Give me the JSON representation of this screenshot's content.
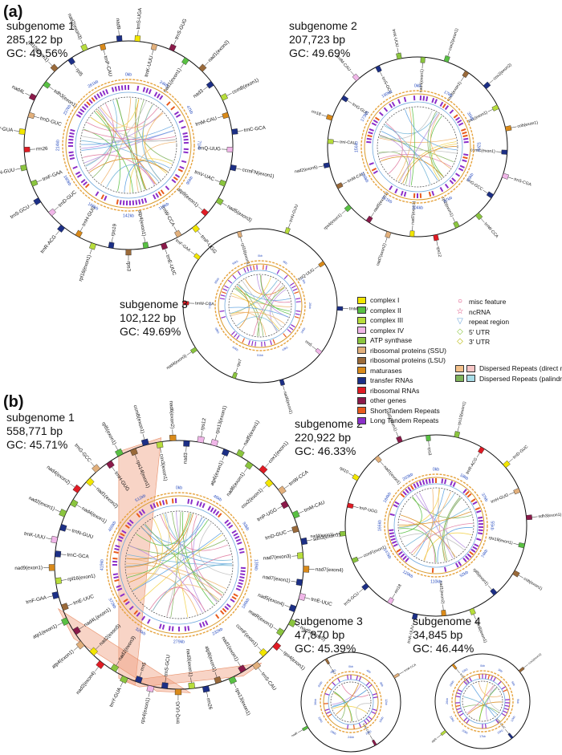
{
  "panels": {
    "a": {
      "label": "(a)"
    },
    "b": {
      "label": "(b)"
    }
  },
  "subgenomes": [
    {
      "id": "a1",
      "name": "subgenome 1",
      "size": "285,122 bp",
      "gc": "GC: 49.56%"
    },
    {
      "id": "a2",
      "name": "subgenome 2",
      "size": "207,723 bp",
      "gc": "GC: 49.69%"
    },
    {
      "id": "a3",
      "name": "subgenome 3",
      "size": "102,122 bp",
      "gc": "GC: 49.69%"
    },
    {
      "id": "b1",
      "name": "subgenome 1",
      "size": "558,771 bp",
      "gc": "GC: 45.71%"
    },
    {
      "id": "b2",
      "name": "subgenome 2",
      "size": "220,922 bp",
      "gc": "GC: 46.33%"
    },
    {
      "id": "b3",
      "name": "subgenome 3",
      "size": "47,870 bp",
      "gc": "GC: 45.39%"
    },
    {
      "id": "b4",
      "name": "subgenome 4",
      "size": "34,845 bp",
      "gc": "GC: 46.44%"
    }
  ],
  "legend": {
    "categories": [
      {
        "label": "complex I",
        "color": "#f2e600"
      },
      {
        "label": "complex II",
        "color": "#59c043"
      },
      {
        "label": "complex III",
        "color": "#b7dd3c"
      },
      {
        "label": "complex IV",
        "color": "#f0b6e8"
      },
      {
        "label": "ATP synthase",
        "color": "#8bc53f"
      },
      {
        "label": "ribosomal proteins (SSU)",
        "color": "#e2b07c"
      },
      {
        "label": "ribosomal proteins (LSU)",
        "color": "#9a6a3a"
      },
      {
        "label": "maturases",
        "color": "#d98a1a"
      },
      {
        "label": "transfer RNAs",
        "color": "#1c2f86"
      },
      {
        "label": "ribosomal RNAs",
        "color": "#e01b24"
      },
      {
        "label": "other genes",
        "color": "#8b1a4a"
      },
      {
        "label": "Short Tandem Repeats",
        "color": "#e85a1c"
      },
      {
        "label": "Long Tandem Repeats",
        "color": "#8b2fc9"
      }
    ],
    "features": [
      {
        "label": "misc feature",
        "symbol": "○",
        "color": "#d6336c"
      },
      {
        "label": "ncRNA",
        "symbol": "☆",
        "color": "#d6336c"
      },
      {
        "label": "repeat region",
        "symbol": "▽",
        "color": "#6fa8dc"
      },
      {
        "label": "5' UTR",
        "symbol": "◇",
        "color": "#8bc53f"
      },
      {
        "label": "3' UTR",
        "symbol": "◇",
        "color": "#b7b700"
      }
    ],
    "repeats": [
      {
        "label": "Dispersed Repeats (direct matches)",
        "colors": [
          "#f3c08a",
          "#f8c6c6"
        ]
      },
      {
        "label": "Dispersed Repeats (palindromic)",
        "colors": [
          "#7fb35a",
          "#a8dde8"
        ]
      }
    ]
  },
  "gene_labels": {
    "a1": [
      "trnS-UGA",
      "trnK-UUU",
      "trnS-GUG",
      "nad1(exon1)",
      "nad1(exon2)",
      "nad3",
      "ccmB(exon1)",
      "trnM-CAU",
      "trnC-GCA",
      "trnQ-UUG",
      "ccmFN(exon1)",
      "trnV-UAC",
      "nad5(exon3)",
      "atp9(exon1)",
      "trnP-UGG",
      "trnW-CCA",
      "trnE-UUC",
      "atp4(exon1)",
      "rps3",
      "rps19",
      "rpl16(exon1)",
      "trnH-GUG",
      "trnR-ACG",
      "trnD-GUC",
      "trnS-GCU",
      "trnF-GAA",
      "trnN-GUU",
      "rrn26",
      "trnY-GUA",
      "trnD-GUC",
      "nad4L",
      "sdh3(exon1)",
      "rpl10(exon1)",
      "rpl5",
      "nad2(exon3)",
      "trnP-CAU",
      "nad9"
    ],
    "a2": [
      "cox2(exon1)",
      "cox3(exon1)",
      "cox2(exon2)",
      "rps1(exon1)",
      "cob(exon1)",
      "ccmC(exon1)",
      "trnS-CGA",
      "trnG-GCC",
      "trnW-CCA",
      "rpl2(exon1)",
      "rps12",
      "nad7(exon1)",
      "nad7(exon2)",
      "nad5(exon1)",
      "rps4(exon1)",
      "trnM-CAU",
      "nad2(exon5)",
      "trnI-CAU",
      "rrn18",
      "trnG-GUC",
      "trnfM-CAU",
      "trnS-GCU",
      "trnK-UUU",
      "nad4(exon1)"
    ],
    "a3": [
      "trnN-GUU",
      "trnQ-UUG",
      "trnM-CAU",
      "rrn5",
      "nad6(exon1)",
      "rps7",
      "nad4(exon3)",
      "trnW-CCA",
      "trnF-GAA",
      "rpl16(exon1)"
    ],
    "b1": [
      "rps13(exon1)",
      "atp6(exon1)",
      "nad5(exon1)",
      "nad6(exon1)",
      "cox1(exon1)",
      "cox2(exon1)",
      "trnW-CCA",
      "trnP-UGG",
      "trnM-CAU",
      "trnD-GUC",
      "sdh3(exon1)",
      "nad7(exon3)",
      "nad7(exon4)",
      "nad7(exon1)",
      "trnE-UUC",
      "nad5(exon4)",
      "nad5(exon5)",
      "matR(exon1)",
      "rps4(exon1)",
      "ccmF(exon1)",
      "trnS-CAU",
      "nad1(exon1)",
      "rps13(exon1)",
      "atp8(exon1)",
      "rrn26",
      "nad3(exon1)",
      "trnQ-UUG",
      "trnS-GCU",
      "rps4(exon1)",
      "rrn5",
      "trnY-GUA",
      "nad2(exon3)",
      "nad2(exon4)",
      "nad2(exon5)",
      "atp4(exon1)",
      "nad4L(exon1)",
      "atp1(exon1)",
      "trnE-UUC",
      "trnF-GAA",
      "rpl16(exon1)",
      "nad9(exon1)",
      "trnC-GCA",
      "trnK-UUU",
      "trnN-GUU",
      "nad2(exon1)",
      "nad4(exon1)",
      "nad4(exon2)",
      "nad1(exon2)",
      "trnG-GCC",
      "trnH-GUG",
      "rpl5(exon1)",
      "rps14(exon1)",
      "ccmB(exon1)",
      "cox3(exon1)",
      "nad6(exon2)",
      "nad3",
      "rps12"
    ],
    "b2": [
      "rps10(exon1)",
      "trnR-ACG",
      "trnD-GUC",
      "trnH-GUG",
      "sdh3(exon1)",
      "rps19(exon1)",
      "cob(exon1)",
      "rpl5(exon1)",
      "ccmB(exon1)",
      "nad1(exon2)",
      "trnK-UUU",
      "rrn18",
      "trnS-GCU",
      "ccmF(exon1)",
      "nad4(exon1)",
      "trnP-UGG",
      "rpl10",
      "nad1(exon1)",
      "nad2(exon1)",
      "rps3"
    ],
    "b3": [
      "trnW-CCA",
      "trnM-CAU",
      "nad6",
      "rps7"
    ],
    "b4": [
      "cox1(exon1)",
      "trnD-GUC",
      "atp6",
      "trnS-GCU"
    ]
  },
  "ticks": {
    "a1": [
      "0kb",
      "24kb",
      "47kb",
      "71kb",
      "95kb",
      "119kb",
      "142kb",
      "166kb",
      "190kb",
      "214kb",
      "237kb",
      "261kb"
    ],
    "a2": [
      "0kb",
      "17kb",
      "35kb",
      "52kb",
      "69kb",
      "87kb",
      "104kb",
      "121kb",
      "138kb",
      "156kb",
      "173kb",
      "190kb"
    ],
    "a3": [
      "0kb",
      "9kb",
      "17kb",
      "26kb",
      "34kb",
      "43kb",
      "51kb",
      "60kb",
      "68kb",
      "77kb",
      "85kb",
      "94kb"
    ],
    "b1": [
      "0kb",
      "46kb",
      "93kb",
      "139kb",
      "186kb",
      "232kb",
      "279kb",
      "326kb",
      "372kb",
      "419kb",
      "465kb",
      "512kb"
    ],
    "b2": [
      "0kb",
      "18kb",
      "37kb",
      "55kb",
      "74kb",
      "92kb",
      "110kb",
      "129kb",
      "147kb",
      "166kb",
      "184kb",
      "203kb"
    ],
    "b3": [
      "0kb",
      "4kb",
      "8kb",
      "12kb",
      "16kb",
      "20kb",
      "24kb",
      "28kb",
      "32kb",
      "36kb",
      "40kb",
      "44kb"
    ],
    "b4": [
      "0kb",
      "3kb",
      "6kb",
      "9kb",
      "12kb",
      "15kb",
      "17kb",
      "20kb",
      "23kb",
      "26kb",
      "29kb",
      "32kb"
    ]
  }
}
